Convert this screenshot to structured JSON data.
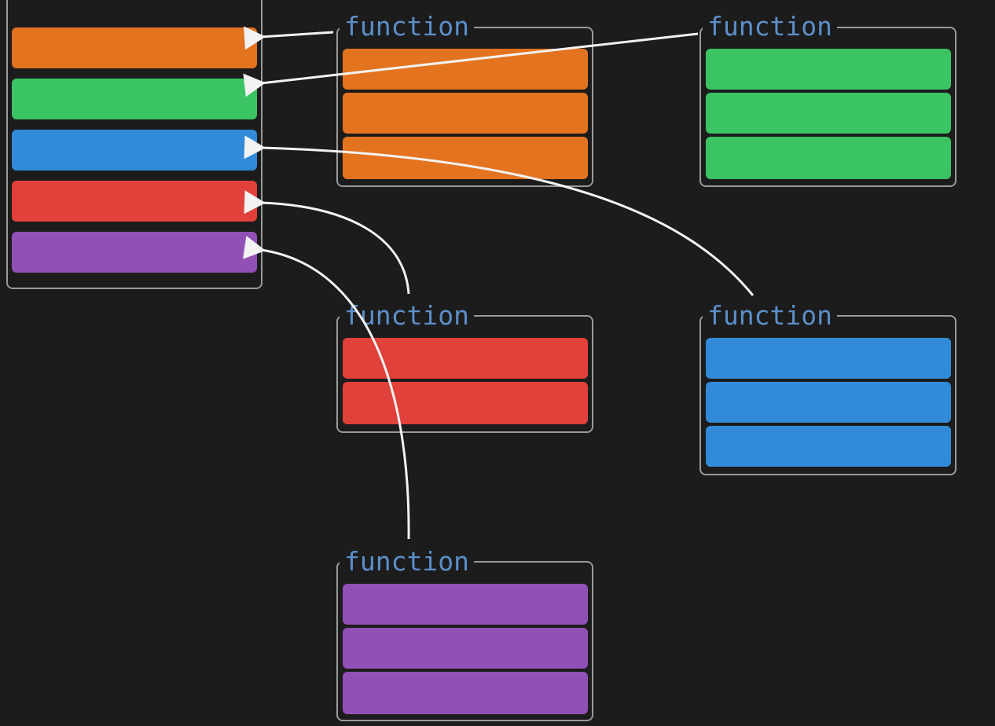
{
  "colors": {
    "orange": "#e4731f",
    "green": "#3bc463",
    "blue": "#318bd8",
    "red": "#e0413a",
    "purple": "#9150b6",
    "label": "#5b8fc9",
    "frame": "#9a9a9a",
    "arrow": "#f2f2f2",
    "background": "#1c1c1c"
  },
  "stack": {
    "slots": [
      "orange",
      "green",
      "blue",
      "red",
      "purple"
    ]
  },
  "functions": [
    {
      "label": "function",
      "color": "orange",
      "rows": 3
    },
    {
      "label": "function",
      "color": "green",
      "rows": 3
    },
    {
      "label": "function",
      "color": "red",
      "rows": 2
    },
    {
      "label": "function",
      "color": "blue",
      "rows": 3
    },
    {
      "label": "function",
      "color": "purple",
      "rows": 3
    }
  ]
}
